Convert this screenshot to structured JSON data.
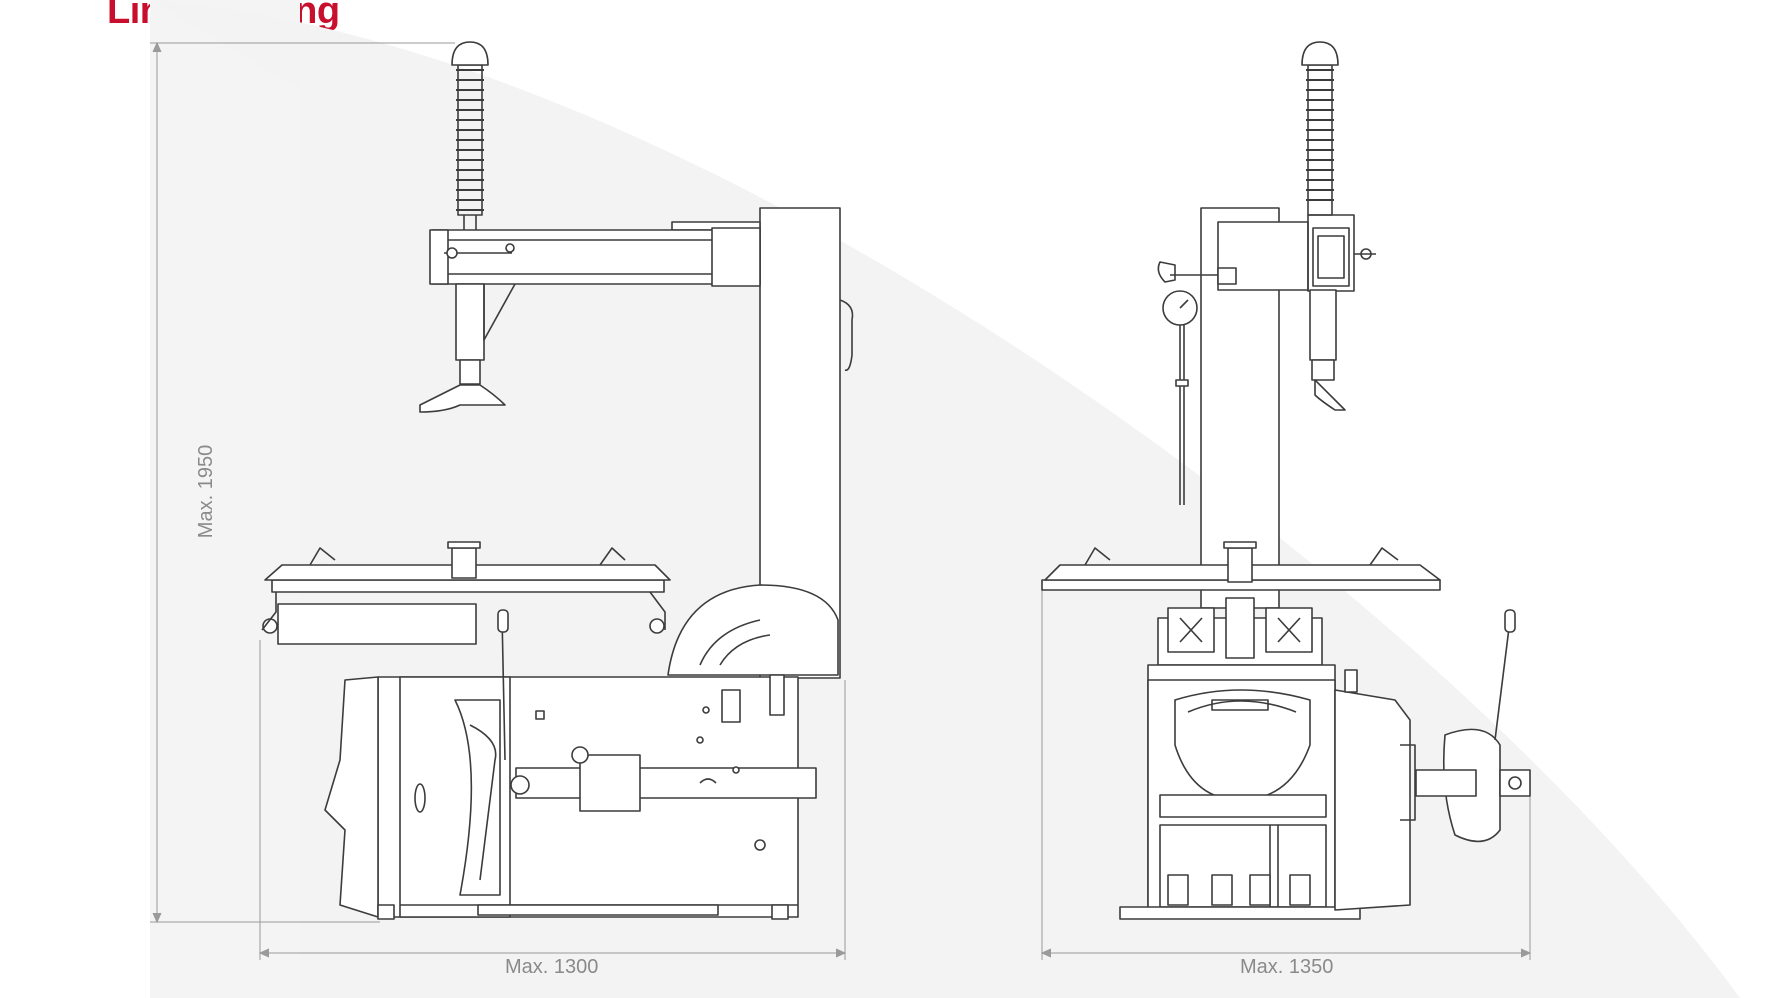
{
  "title": "Line Drawing",
  "colors": {
    "accent": "#c8102e",
    "line": "#3c3c3c",
    "dimension": "#8a8a8a",
    "background_band": "#f3f3f3"
  },
  "dimensions": {
    "height": "Max. 1950",
    "width_side": "Max. 1300",
    "width_front": "Max. 1350"
  }
}
